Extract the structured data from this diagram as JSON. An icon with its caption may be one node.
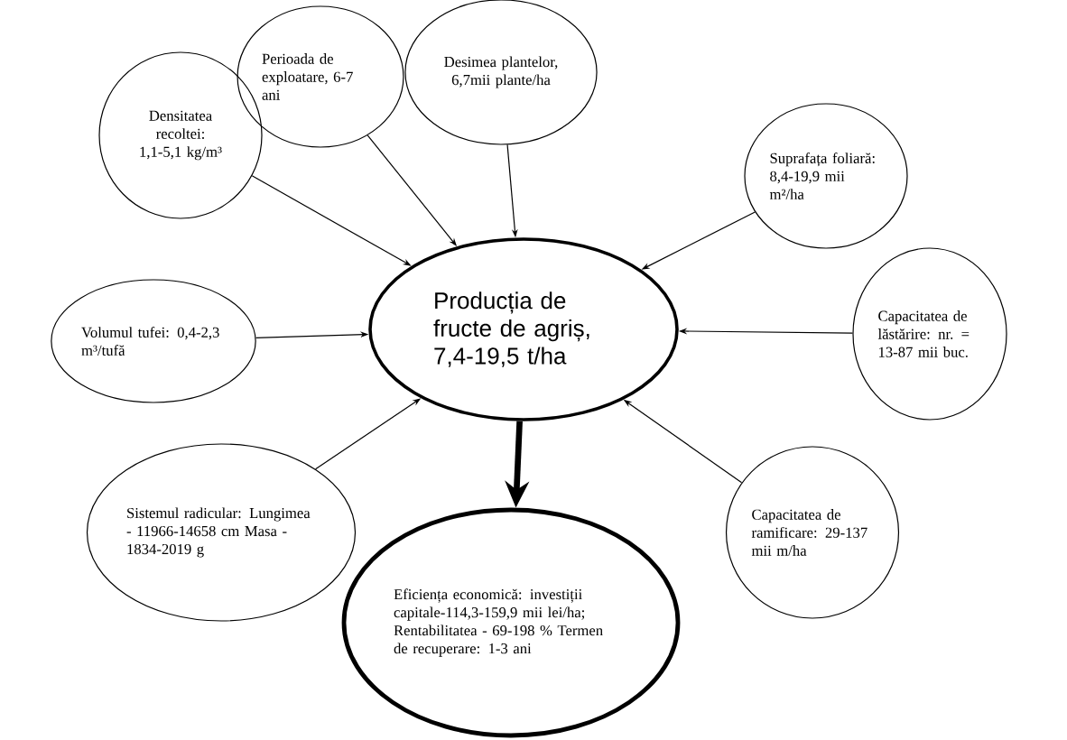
{
  "diagram": {
    "nodes": [
      {
        "text": [
          "Perioada de exploatare, 6-7 ani"
        ]
      },
      {
        "text": [
          "Desimea plantelor, 6,7mii plante/ha"
        ]
      },
      {
        "text": [
          "Densitatea recoltei: 1,1-5,1 kg/m³"
        ]
      },
      {
        "text": [
          "Suprafața foliară: 8,4-19,9 mii m²/ha"
        ]
      },
      {
        "text": [
          "Volumul tufei: 0,4-2,3 m³/tufă"
        ]
      },
      {
        "text": [
          "Producția de fructe de agriș, 7,4-19,5 t/ha"
        ]
      },
      {
        "text": [
          "Capacitatea de lăstărire: nr. = 13-87 mii buc."
        ]
      },
      {
        "text": [
          "Sistemul radicular: Lungimea - 11966-14658 cm Masa - 1834-2019 g"
        ]
      },
      {
        "text": [
          "Capacitatea de ramificare: 29-137 mii m/ha"
        ]
      },
      {
        "text": [
          "Eficiența economică: investiții capitale-114,3-159,9 mii lei/ha; Rentabilitatea - 69-198 % Termen de recuperare: 1-3 ani"
        ]
      }
    ],
    "edges": [
      {
        "from": 0,
        "to": 5,
        "arrow": "to"
      },
      {
        "from": 1,
        "to": 5,
        "arrow": "to"
      },
      {
        "from": 2,
        "to": 5,
        "arrow": "to"
      },
      {
        "from": 3,
        "to": 5,
        "arrow": "to"
      },
      {
        "from": 4,
        "to": 5,
        "arrow": "to"
      },
      {
        "from": 6,
        "to": 5,
        "arrow": "to"
      },
      {
        "from": 7,
        "to": 5,
        "arrow": "to"
      },
      {
        "from": 8,
        "to": 5,
        "arrow": "to"
      },
      {
        "from": 5,
        "to": 9,
        "arrow": "to",
        "style": "thick"
      }
    ]
  }
}
